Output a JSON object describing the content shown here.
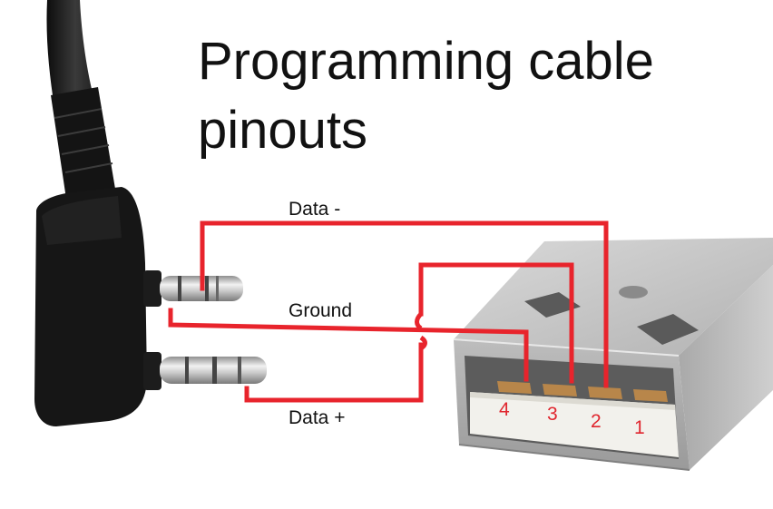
{
  "title": {
    "line1": "Programming cable",
    "line2": "pinouts"
  },
  "wires": {
    "data_minus": "Data -",
    "ground": "Ground",
    "data_plus": "Data +"
  },
  "usb_pins": [
    "4",
    "3",
    "2",
    "1"
  ],
  "colors": {
    "wire": "#e8242c",
    "pin_label": "#e0262e",
    "text": "#111111",
    "cable_black": "#1a1a1a",
    "usb_metal": "#c4c4c4",
    "usb_insert": "#f2f1ec",
    "usb_contact": "#b8864a",
    "jack_metal": "#c8c8c8"
  },
  "icons": {
    "jack": "kenwood-2-pin-plug-icon",
    "usb": "usb-a-male-connector-icon"
  }
}
